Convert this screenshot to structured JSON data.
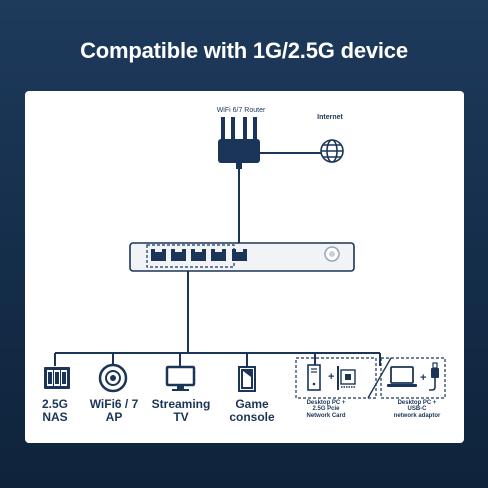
{
  "title": "Compatible with 1G/2.5G device",
  "router_label": "WiFi 6/7 Router",
  "internet_label": "Internet",
  "devices": [
    {
      "icon": "nas-icon",
      "line1": "2.5G",
      "line2": "NAS"
    },
    {
      "icon": "access-point-icon",
      "line1": "WiFi6 / 7",
      "line2": "AP"
    },
    {
      "icon": "tv-icon",
      "line1": "Streaming",
      "line2": "TV"
    },
    {
      "icon": "game-console-icon",
      "line1": "Game",
      "line2": "console"
    }
  ],
  "pcie_label": {
    "line1": "Desktop PC +",
    "line2": "2.5G Pcie",
    "line3": "Network Card"
  },
  "usbc_label": {
    "line1": "Desktop PC +",
    "line2": "USB-C",
    "line3": "network adaptor"
  },
  "colors": {
    "navy": "#1b3558",
    "background": "#142d49",
    "switch_fill": "#f1f3f6"
  }
}
